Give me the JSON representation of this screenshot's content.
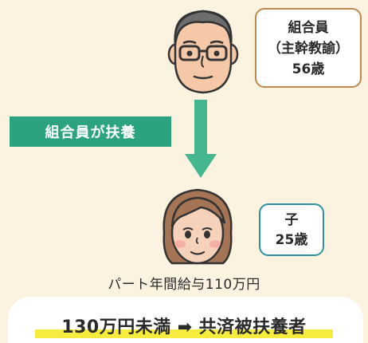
{
  "father": {
    "line1": "組合員",
    "line2": "（主幹教諭）",
    "line3": "56歳"
  },
  "child": {
    "line1": "子",
    "line2": "25歳"
  },
  "support_label": "組合員が扶養",
  "income": "パート年間給与110万円",
  "result": {
    "condition": "130万円未満",
    "arrow": "➡",
    "outcome": "共済被扶養者"
  },
  "colors": {
    "background": "#fbf3df",
    "father_border": "#c2874d",
    "child_border": "#2f8fa0",
    "label_green": "#2aa37e",
    "arrow_green": "#45b78f",
    "highlight": "#f6ec3e"
  }
}
